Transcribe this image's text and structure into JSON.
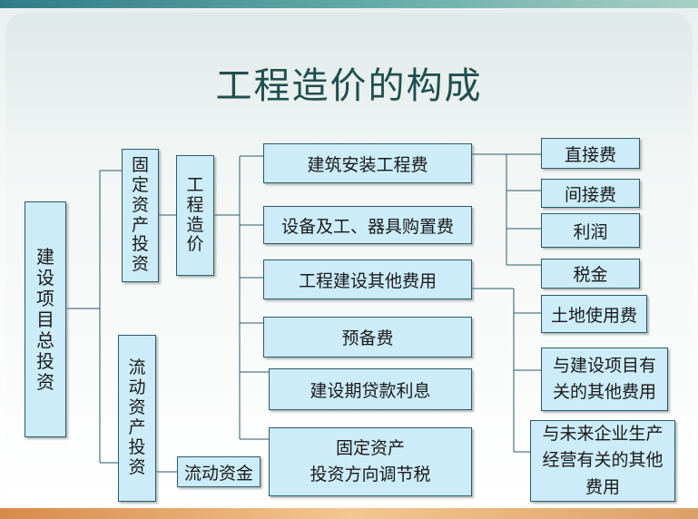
{
  "slide": {
    "title": "工程造价的构成"
  },
  "diagram": {
    "root": "建设项目总投资",
    "fixed_assets": "固定资产投资",
    "engineering_cost": "工程造价",
    "working_assets": "流动资产投资",
    "working_capital": "流动资金",
    "cost_items": [
      "建筑安装工程费",
      "设备及工、器具购置费",
      "工程建设其他费用",
      "预备费",
      "建设期贷款利息",
      "固定资产\n投资方向调节税"
    ],
    "construction_subitems": [
      "直接费",
      "间接费",
      "利润",
      "税金"
    ],
    "other_cost_subitems": [
      "土地使用费",
      "与建设项目有关的其他费用",
      "与未来企业生产经营有关的其他费用"
    ]
  },
  "colors": {
    "box_fill": "#ccecf9",
    "box_border": "#2b5b6b",
    "title_text": "#1f4f4f"
  }
}
